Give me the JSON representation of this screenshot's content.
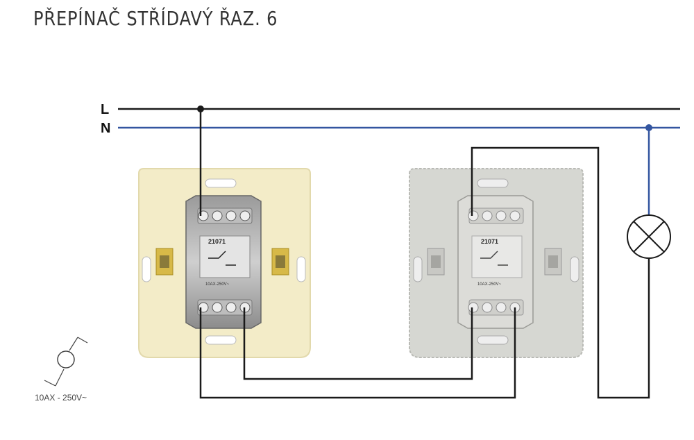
{
  "title": "PŘEPÍNAČ STŘÍDAVÝ ŘAZ. 6",
  "lines": {
    "live": "L",
    "neutral": "N"
  },
  "switches": [
    {
      "code": "21071",
      "rating": "10AX-250V~",
      "color": "#f3ecc8"
    },
    {
      "code": "21071",
      "rating": "10AX-250V~",
      "color": "#d6d7d2"
    }
  ],
  "symbol_rating": "10AX - 250V~",
  "colors": {
    "live_wire": "#1a1a1a",
    "neutral_wire": "#3355a0",
    "plate_cream": "#f3ecc8",
    "plate_grey": "#d6d7d2"
  }
}
